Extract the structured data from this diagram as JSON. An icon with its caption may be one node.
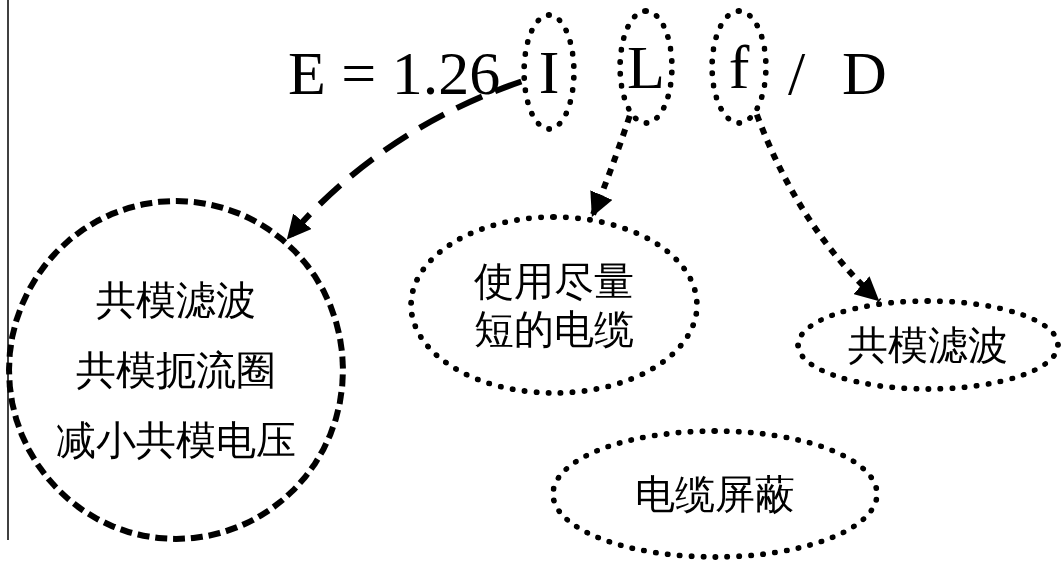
{
  "diagram": {
    "nodes": [
      {
        "text": [
          "I"
        ]
      },
      {
        "text": [
          "L"
        ]
      },
      {
        "text": [
          "f"
        ]
      },
      {
        "text": [
          "共模滤波",
          "共模扼流圈",
          "减小共模电压"
        ]
      },
      {
        "text": [
          "使用尽量短的电缆"
        ]
      },
      {
        "text": [
          "共模滤波"
        ]
      },
      {
        "text": [
          "电缆屏蔽"
        ]
      }
    ],
    "edges": [
      {
        "from": 0,
        "to": 3,
        "arrow": "to",
        "style": "dashed"
      },
      {
        "from": 1,
        "to": 4,
        "arrow": "to"
      },
      {
        "from": 2,
        "to": 5,
        "arrow": "to"
      }
    ],
    "labels": [
      "E = 1.26",
      "/",
      "D"
    ]
  }
}
